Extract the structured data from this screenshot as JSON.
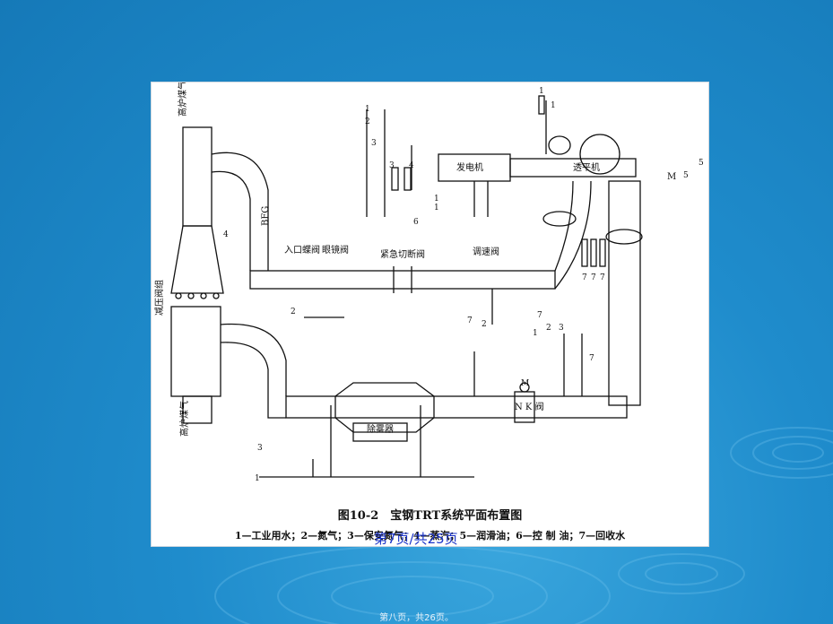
{
  "slide": {
    "background_color": "#1f8ccc",
    "overlay_text": "第7页/共25页",
    "footer_text": "第八页，共26页。"
  },
  "figure": {
    "caption": "图10-2　宝钢TRT系统平面布置图",
    "legend": "1—工业用水；2—氮气；3—保安氮气；4—蒸汽；5—润滑油；6—控 制 油；7—回收水",
    "labels": {
      "top_gas": "高炉煤气",
      "bottom_gas": "高炉煤气",
      "pressure_group": "减压阀组",
      "bfg": "BFG",
      "inlet_valve": "入口蝶阀",
      "goggle_valve": "眼镜阀",
      "emergency_valve": "紧急切断阀",
      "regulating_valve": "调速阀",
      "generator": "发电机",
      "turbine": "透平机",
      "demister": "除雾器",
      "nk_valve": "N K 阀",
      "motor_m": "M"
    },
    "numbers": [
      "1",
      "1",
      "2",
      "3",
      "3",
      "4",
      "4",
      "6",
      "1",
      "1",
      "7",
      "2",
      "7",
      "1",
      "2",
      "3",
      "7",
      "7",
      "7",
      "7",
      "5",
      "5",
      "M",
      "1",
      "3",
      "2",
      "1"
    ]
  }
}
